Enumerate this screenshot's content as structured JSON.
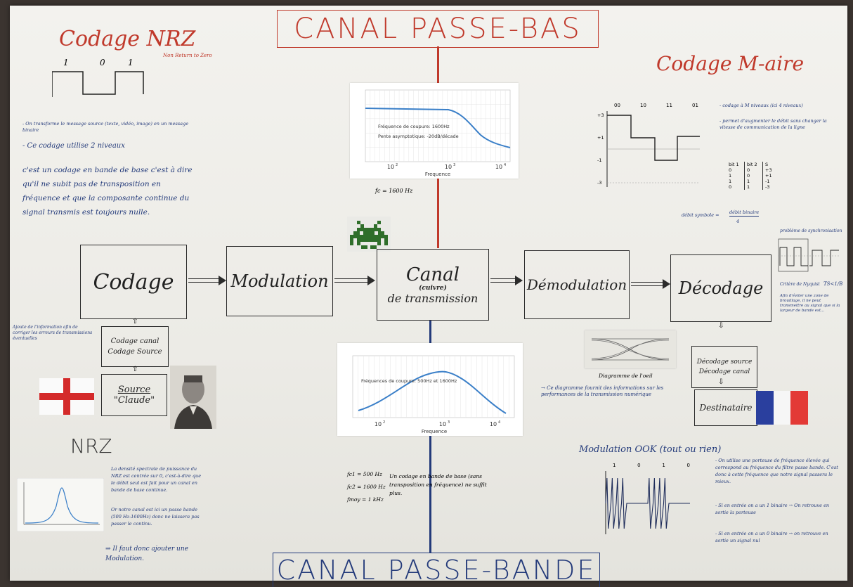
{
  "banners": {
    "top": "CANAL PASSE-BAS",
    "bottom": "CANAL PASSE-BANDE"
  },
  "nrz": {
    "title": "Codage NRZ",
    "subtitle": "Non Return to Zero",
    "bits": [
      "1",
      "0",
      "1"
    ],
    "line1": "- On transforme le message source (texte, vidéo, image) en un message binaire",
    "line2": "- Ce codage utilise 2 niveaux",
    "para": "c'est un codage en bande de base c'est à dire qu'il ne subit pas de transposition en fréquence et que la composante continue du signal transmis est toujours nulle."
  },
  "mary": {
    "title": "Codage M-aire",
    "bits": [
      "00",
      "10",
      "11",
      "01"
    ],
    "levels": [
      "+3",
      "+1",
      "-1",
      "-3"
    ],
    "note1": "- codage à M niveaux (ici 4 niveaux)",
    "note2": "- permet d'augmenter le débit sans changer la vitesse de communication de la ligne",
    "table_headers": [
      "bit 1",
      "bit 2",
      "S"
    ],
    "table_rows": [
      [
        "0",
        "0",
        "+3"
      ],
      [
        "1",
        "0",
        "+1"
      ],
      [
        "1",
        "1",
        "-1"
      ],
      [
        "0",
        "1",
        "-3"
      ]
    ],
    "debit_label": "débit symbole =",
    "debit_num": "débit binaire",
    "debit_den": "4"
  },
  "lowpass": {
    "ann1": "Fréquence de coupure: 1600Hz",
    "ann2": "Pente asymptotique: -20dB/décade",
    "xlabel": "Frequence",
    "ticks": [
      "10",
      "10",
      "10"
    ],
    "exps": [
      "2",
      "3",
      "4"
    ],
    "fc": "fc = 1600 Hz"
  },
  "chain": {
    "codage": "Codage",
    "modulation": "Modulation",
    "canal_line1": "Canal",
    "canal_line2": "(cuivre)",
    "canal_line3": "de transmission",
    "demodulation": "Démodulation",
    "decodage": "Décodage"
  },
  "source_side": {
    "note": "Ajoute de l'information afin de corriger les erreurs de transmissions éventuelles",
    "codage_canal": "Codage canal",
    "codage_source": "Codage Source",
    "source": "Source",
    "source_name": "\"Claude\""
  },
  "dest_side": {
    "decodage_source": "Décodage source",
    "decodage_canal": "Décodage canal",
    "destinataire": "Destinataire",
    "eye_title": "Diagramme de l'oeil",
    "eye_note": "→ Ce diagramme fournit des informations sur les performances de la transmission numérique"
  },
  "sync": {
    "title": "problème de synchronisation",
    "snr_label": "Critère de Nyquist",
    "snr_val": "TS<1/B",
    "text": "Afin d'éviter une zone de brouillage, il ne peut transmettre au signal que si la largeur de bande est..."
  },
  "bandpass": {
    "ann": "Fréquences de coupure: 500Hz et 1600Hz",
    "xlabel": "Frequence",
    "ticks": [
      "10",
      "10",
      "10"
    ],
    "exps": [
      "2",
      "3",
      "4"
    ],
    "f1": "fc1 = 500 Hz",
    "f2": "fc2 = 1600 Hz",
    "f0": "fmoy = 1 kHz",
    "text": "Un codage en bande de base (sans transposition en fréquence) ne suffit plus."
  },
  "nrz_bottom": {
    "title": "NRZ",
    "text1": "La densité spectrale de puissance du NRZ est centrée sur 0, c'est-à-dire que le débit seul est fait pour un canal en bande de base continue.",
    "text2": "Or notre canal est ici un passe bande (500 Hz-1600Hz) donc ne laissera pas passer le continu.",
    "conclusion": "⇒ Il faut donc ajouter une Modulation."
  },
  "ook": {
    "title": "Modulation OOK (tout ou rien)",
    "bits": [
      "1",
      "0",
      "1",
      "0"
    ],
    "text1": "- On utilise une porteuse de fréquence élevée qui correspond au fréquence du filtre passe bande. C'est donc à cette fréquence que notre signal passera le mieux.",
    "text2": "- Si en entrée on a un 1 binaire → On retrouve en sortie la porteuse",
    "text3": "- Si en entrée on a un 0 binaire → on retrouve en sortie un signal nul"
  },
  "colors": {
    "red": "#c0392b",
    "navy": "#233a7a",
    "curve": "#3a7fc8"
  }
}
